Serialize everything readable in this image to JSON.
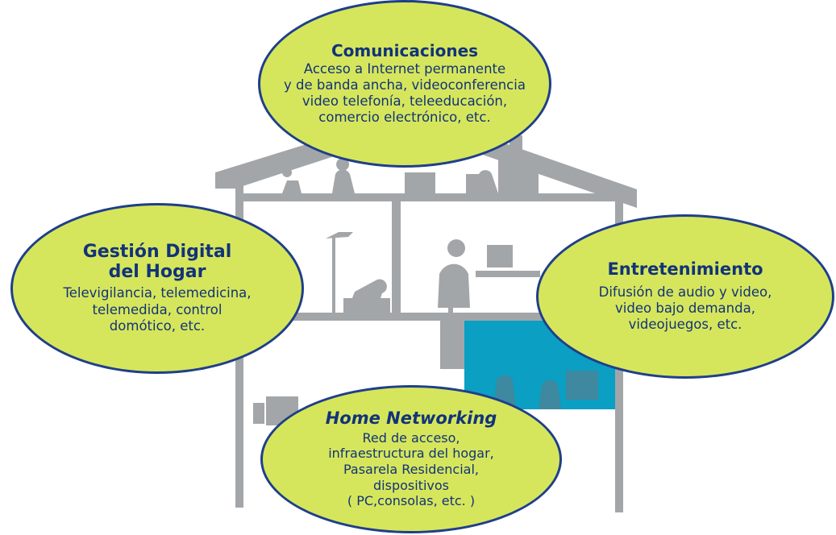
{
  "colors": {
    "bubble_fill": "#d6e65c",
    "bubble_border": "#1f3f8a",
    "text": "#12337a",
    "house": "#a3a6a9",
    "room_accent": "#0a9fc3"
  },
  "bubbles": {
    "comunicaciones": {
      "title": "Comunicaciones",
      "desc": "Acceso a Internet permanente\ny de banda ancha, videoconferencia\nvideo telefonía, teleeducación,\ncomercio electrónico, etc."
    },
    "gestion": {
      "title": "Gestión Digital\ndel Hogar",
      "desc": "Televigilancia, telemedicina,\ntelemedida, control\ndomótico, etc."
    },
    "entretenimiento": {
      "title": "Entretenimiento",
      "desc": "Difusión de audio y video,\nvideo bajo demanda,\nvideojuegos, etc."
    },
    "home_networking": {
      "title": "Home Networking",
      "desc": "Red de acceso,\ninfraestructura del hogar,\nPasarela Residencial,\ndispositivos\n( PC,consolas, etc. )"
    }
  }
}
